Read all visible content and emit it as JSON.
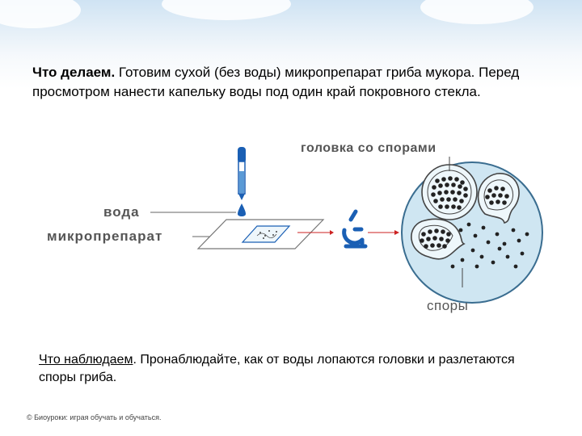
{
  "intro": {
    "label": "Что делаем.",
    "text": " Готовим сухой (без воды) микропрепарат гриба мукора. Перед просмотром нанести капельку воды под один край покровного стекла."
  },
  "diagram": {
    "label_water": "вода",
    "label_preparation": "микропрепарат",
    "label_head": "головка со спорами",
    "label_spores": "споры",
    "colors": {
      "pipette": "#1a5fb4",
      "label": "#555555",
      "arrow": "#cc2222",
      "field": "#cfe6f2"
    }
  },
  "result": {
    "label": "Что наблюдаем",
    "text": ". Пронаблюдайте, как от воды лопаются головки и разлетаются споры гриба."
  },
  "footer": {
    "copyright": "© Биоуроки: играя обучать и обучаться."
  }
}
